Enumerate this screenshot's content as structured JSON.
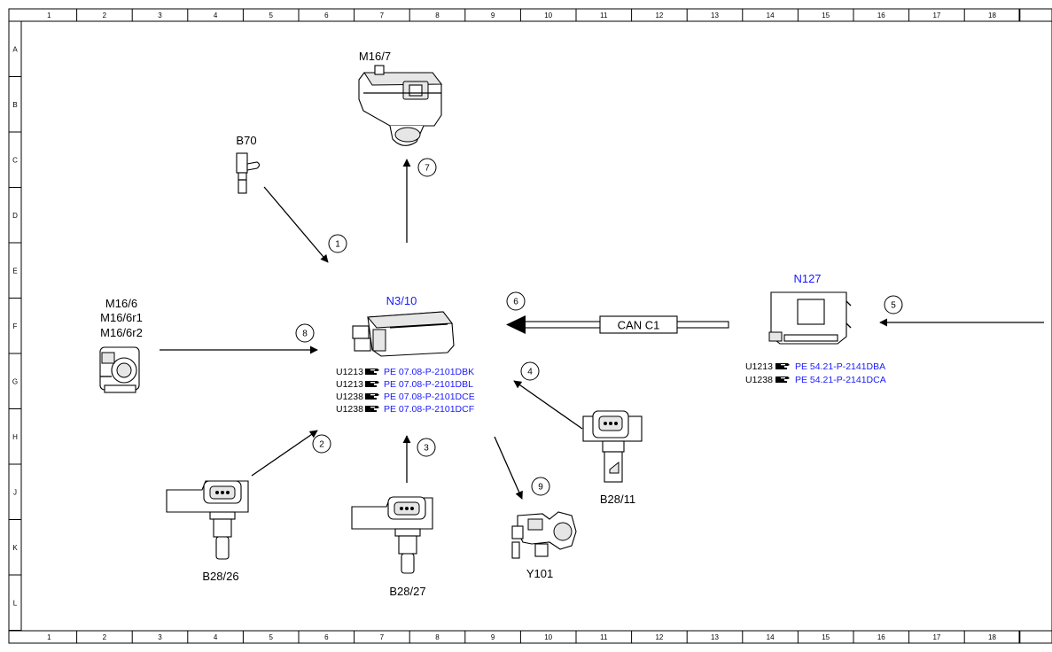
{
  "grid": {
    "columns": [
      "1",
      "2",
      "3",
      "4",
      "5",
      "6",
      "7",
      "8",
      "9",
      "10",
      "11",
      "12",
      "13",
      "14",
      "15",
      "16",
      "17",
      "18"
    ],
    "rows": [
      "A",
      "B",
      "C",
      "D",
      "E",
      "F",
      "G",
      "H",
      "J",
      "K",
      "L"
    ]
  },
  "components": {
    "m16_7": "M16/7",
    "b70": "B70",
    "n3_10": "N3/10",
    "m16_6": "M16/6",
    "m16_6r1": "M16/6r1",
    "m16_6r2": "M16/6r2",
    "n127": "N127",
    "b28_11": "B28/11",
    "b28_26": "B28/26",
    "b28_27": "B28/27",
    "y101": "Y101"
  },
  "bus_label": "CAN C1",
  "connections": [
    "1",
    "2",
    "3",
    "4",
    "5",
    "6",
    "7",
    "8",
    "9"
  ],
  "n3_10_refs": [
    {
      "code": "U1213",
      "ref": "PE 07.08-P-2101DBK"
    },
    {
      "code": "U1213",
      "ref": "PE 07.08-P-2101DBL"
    },
    {
      "code": "U1238",
      "ref": "PE 07.08-P-2101DCE"
    },
    {
      "code": "U1238",
      "ref": "PE 07.08-P-2101DCF"
    }
  ],
  "n127_refs": [
    {
      "code": "U1213",
      "ref": "PE 54.21-P-2141DBA"
    },
    {
      "code": "U1238",
      "ref": "PE 54.21-P-2141DCA"
    }
  ],
  "ref_icon": "pointing-hand-icon",
  "colors": {
    "link": "#1a1aff",
    "line": "#000000"
  }
}
